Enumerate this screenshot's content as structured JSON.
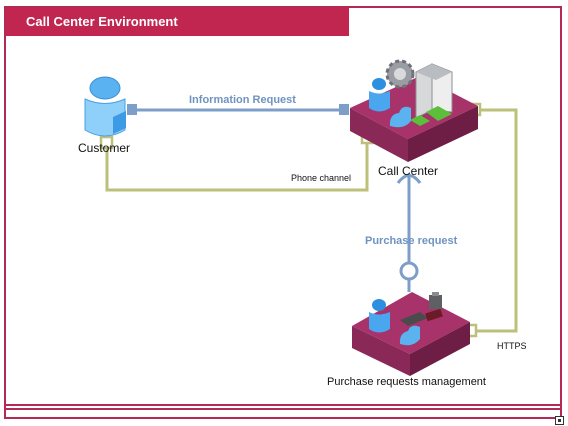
{
  "title": "Call Center Environment",
  "nodes": {
    "customer": "Customer",
    "call_center": "Call Center",
    "purchase_mgmt": "Purchase requests management"
  },
  "edges": {
    "information_request": "Information Request",
    "phone_channel": "Phone channel",
    "purchase_request": "Purchase request",
    "https": "HTTPS"
  },
  "colors": {
    "accent": "#c0264f",
    "blue_link": "#7d9ec8",
    "olive_link": "#bcc07a",
    "platform_top": "#a8326a",
    "platform_side": "#6e1d44"
  },
  "icons": [
    "user-icon",
    "cloud-icon",
    "gear-icon",
    "building-icon",
    "server-icon",
    "tools-icon"
  ]
}
